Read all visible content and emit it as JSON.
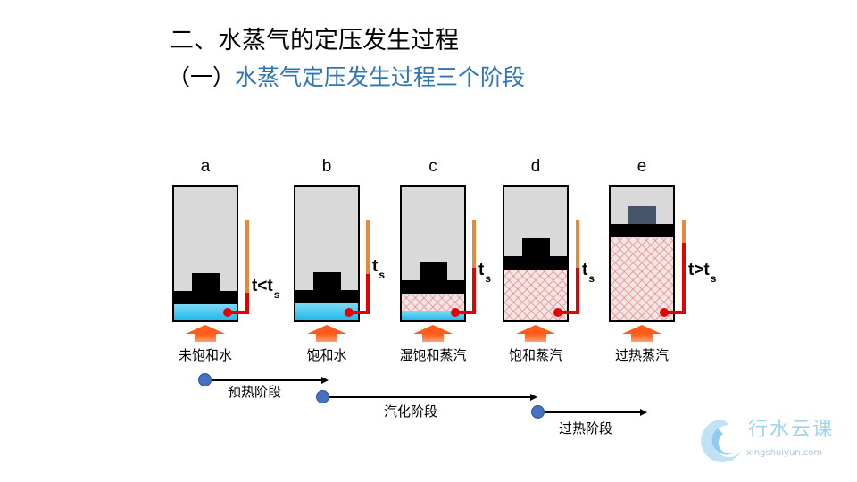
{
  "title": "二、水蒸气的定压发生过程",
  "subtitle": {
    "prefix": "（一）",
    "text": "水蒸气定压发生过程三个阶段"
  },
  "states": [
    {
      "letter": "a",
      "temp_main": "t<t",
      "temp_sub": "s",
      "label": "未饱和水"
    },
    {
      "letter": "b",
      "temp_main": "t",
      "temp_sub": "s",
      "label": "饱和水"
    },
    {
      "letter": "c",
      "temp_main": "t",
      "temp_sub": "s",
      "label": "湿饱和蒸汽"
    },
    {
      "letter": "d",
      "temp_main": "t",
      "temp_sub": "s",
      "label": "饱和蒸汽"
    },
    {
      "letter": "e",
      "temp_main": "t>t",
      "temp_sub": "s",
      "label": "过热蒸汽"
    }
  ],
  "phases": [
    "预热阶段",
    "汽化阶段",
    "过热阶段"
  ],
  "logo": {
    "cn": "行水云课",
    "en": "xingshuiyun.com"
  },
  "colors": {
    "accent": "#2e75b6",
    "water": "#20b7ec",
    "heat_arrow": "#ff5b1a",
    "thermo_red": "#e60000",
    "thermo_orange": "#e8893a",
    "dot": "#4472c4"
  }
}
